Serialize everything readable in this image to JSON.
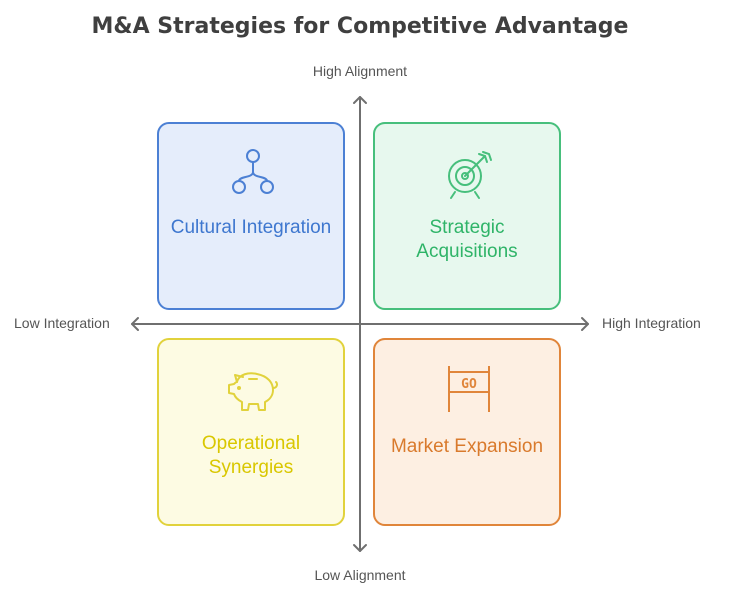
{
  "title": "M&A Strategies for Competitive Advantage",
  "axes": {
    "top": "High Alignment",
    "bottom": "Low Alignment",
    "left": "Low Integration",
    "right": "High Integration"
  },
  "quadrants": [
    {
      "position": "top-left",
      "label": "Cultural Integration",
      "icon": "hierarchy-icon",
      "color": "#4c80d4",
      "background": "#e5edfb"
    },
    {
      "position": "top-right",
      "label": "Strategic Acquisitions",
      "icon": "target-icon",
      "color": "#47bf7c",
      "background": "#e7f8ee"
    },
    {
      "position": "bottom-left",
      "label": "Operational Synergies",
      "icon": "piggy-bank-icon",
      "color": "#e1d23c",
      "background": "#fdfbe3"
    },
    {
      "position": "bottom-right",
      "label": "Market Expansion",
      "icon": "go-sign-icon",
      "icon_text": "GO",
      "color": "#e0853a",
      "background": "#fdefe2"
    }
  ]
}
